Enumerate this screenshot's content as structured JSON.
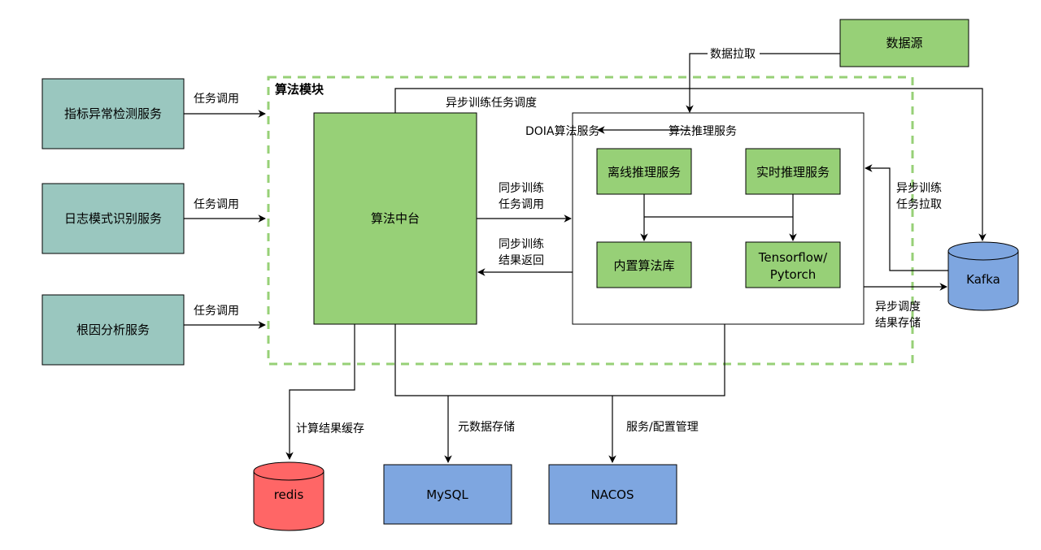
{
  "colors": {
    "teal": "#9ac7bf",
    "green": "#97d077",
    "green_dash": "#97d077",
    "blue": "#7ea6e0",
    "red": "#ff6666",
    "line": "#000000"
  },
  "clients": {
    "indicator": "指标异常检测服务",
    "log": "日志模式识别服务",
    "root_cause": "根因分析服务"
  },
  "edge_labels": {
    "task_call": "任务调用",
    "data_pull": "数据拉取",
    "async_train_dispatch": "异步训练任务调度",
    "sync_train_l1": "同步训练",
    "sync_train_l2": "任务调用",
    "sync_result_l1": "同步训练",
    "sync_result_l2": "结果返回",
    "async_pull_l1": "异步训练",
    "async_pull_l2": "任务拉取",
    "async_store_l1": "异步调度",
    "async_store_l2": "结果存储",
    "cache": "计算结果缓存",
    "metadata": "元数据存储",
    "config": "服务/配置管理"
  },
  "nodes": {
    "data_source": "数据源",
    "algo_module": "算法模块",
    "algo_platform": "算法中台",
    "doia_service": "DOIA算法服务",
    "inference_service": "算法推理服务",
    "offline": "离线推理服务",
    "realtime": "实时推理服务",
    "builtin_lib": "内置算法库",
    "framework_l1": "Tensorflow/",
    "framework_l2": "Pytorch",
    "kafka": "Kafka",
    "redis": "redis",
    "mysql": "MySQL",
    "nacos": "NACOS"
  }
}
